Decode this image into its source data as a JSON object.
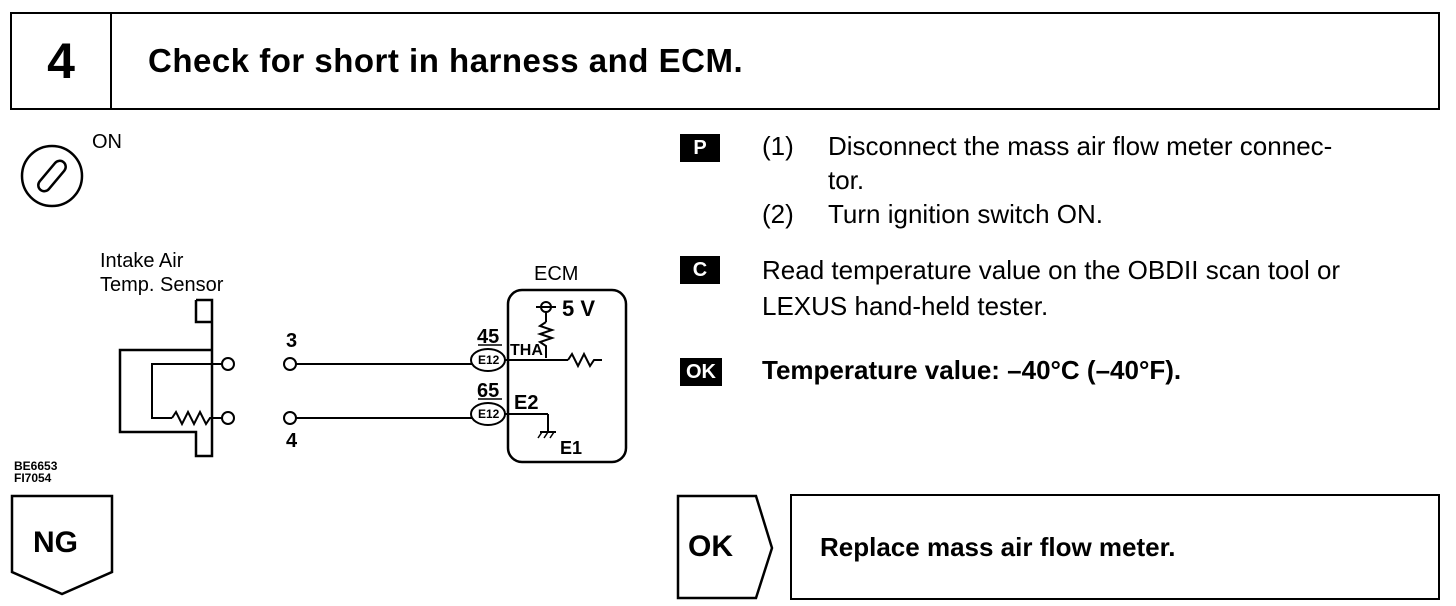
{
  "header": {
    "step_number": "4",
    "title": "Check for short in harness and ECM."
  },
  "diagram": {
    "ignition_label": "ON",
    "sensor_label_line1": "Intake Air",
    "sensor_label_line2": "Temp. Sensor",
    "ecm_label": "ECM",
    "voltage_label": "5 V",
    "pin_3": "3",
    "pin_4": "4",
    "pin_45": "45",
    "pin_65": "65",
    "connector_e12_a": "E12",
    "connector_e12_b": "E12",
    "tha_label": "THA",
    "e2_label": "E2",
    "e1_label": "E1",
    "figure_code_1": "BE6653",
    "figure_code_2": "FI7054"
  },
  "steps": {
    "p_badge": "P",
    "p_step1_num": "(1)",
    "p_step1_line1": "Disconnect the mass air flow meter connec-",
    "p_step1_line2": "tor.",
    "p_step2_num": "(2)",
    "p_step2": "Turn ignition switch ON.",
    "c_badge": "C",
    "c_line1": "Read temperature value on the OBDII scan tool or",
    "c_line2": "LEXUS hand-held tester.",
    "ok_badge": "OK",
    "ok_spec": "Temperature value:  –40°C (–40°F)."
  },
  "results": {
    "ng_label": "NG",
    "ok_label": "OK",
    "ok_action": "Replace mass air flow meter."
  }
}
